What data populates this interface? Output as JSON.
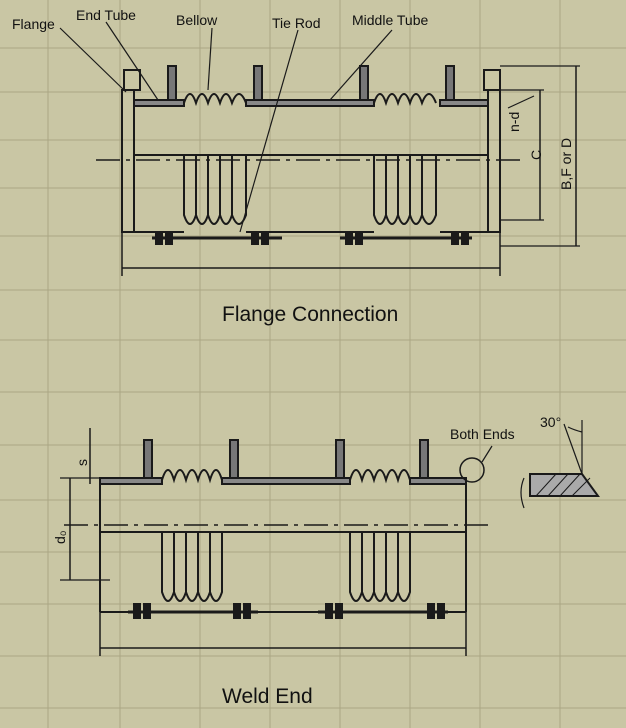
{
  "labels": {
    "flange": "Flange",
    "end_tube": "End Tube",
    "bellow": "Bellow",
    "tie_rod": "Tie Rod",
    "middle_tube": "Middle Tube",
    "n_d": "n-d",
    "c": "C",
    "bf_or_d": "B,F or D",
    "both_ends": "Both Ends",
    "angle": "30°",
    "s": "s",
    "d0": "d₀"
  },
  "titles": {
    "top": "Flange Connection",
    "bottom": "Weld End"
  },
  "colors": {
    "paper": "#c9c6a4",
    "ink": "#1a1a1a",
    "grid": "#a9a684"
  }
}
